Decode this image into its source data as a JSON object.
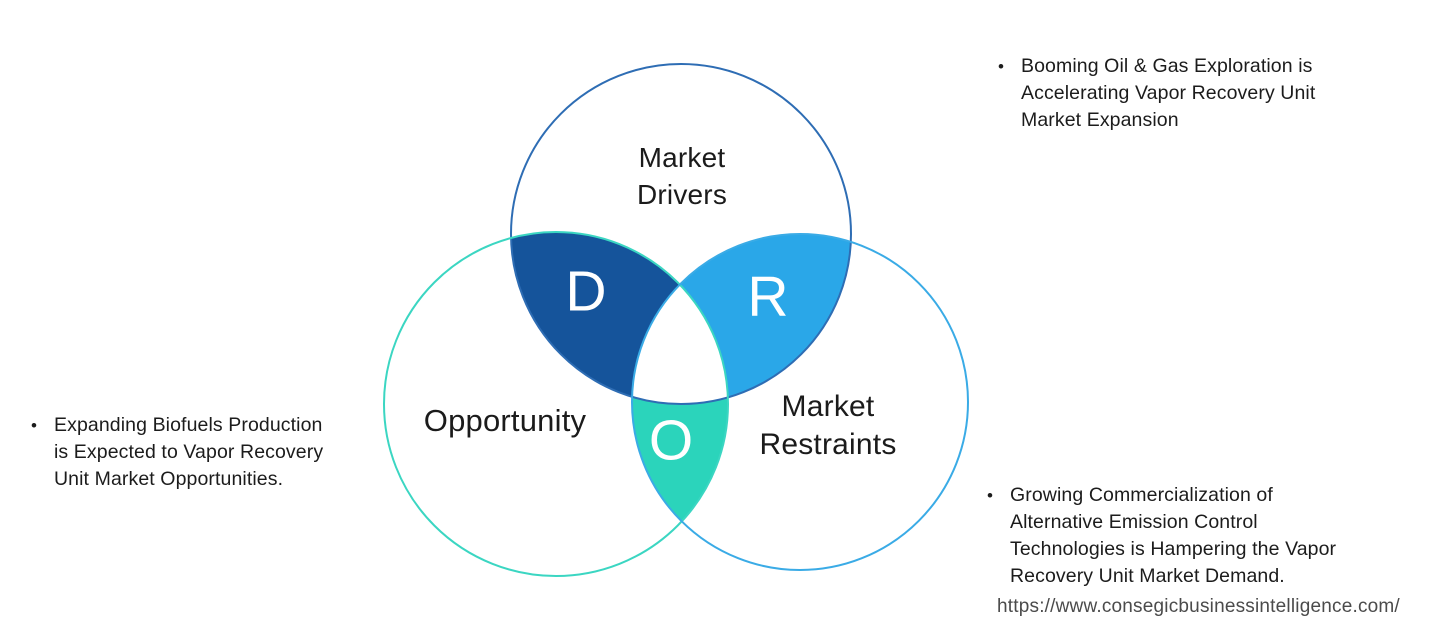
{
  "venn": {
    "circles": [
      {
        "label": "Market\nDrivers",
        "stroke": "#2e6db4"
      },
      {
        "label": "Opportunity",
        "stroke": "#3bd6c2"
      },
      {
        "label": "Market\nRestraints",
        "stroke": "#3aabe6"
      }
    ],
    "overlaps": [
      {
        "letter": "D",
        "fill": "#15549b"
      },
      {
        "letter": "R",
        "fill": "#2aa7e8"
      },
      {
        "letter": "O",
        "fill": "#2bd4bb"
      }
    ],
    "center_fill": "#ffffff"
  },
  "annotations": [
    {
      "bullet": "•",
      "text": "Booming Oil & Gas Exploration is\nAccelerating Vapor Recovery Unit\nMarket Expansion"
    },
    {
      "bullet": "•",
      "text": "Expanding Biofuels Production\nis Expected to Vapor Recovery\nUnit Market Opportunities."
    },
    {
      "bullet": "•",
      "text": "Growing Commercialization of\nAlternative Emission Control\nTechnologies is Hampering the Vapor\nRecovery Unit Market Demand."
    }
  ],
  "footer": {
    "url": "https://www.consegicbusinessintelligence.com/"
  }
}
